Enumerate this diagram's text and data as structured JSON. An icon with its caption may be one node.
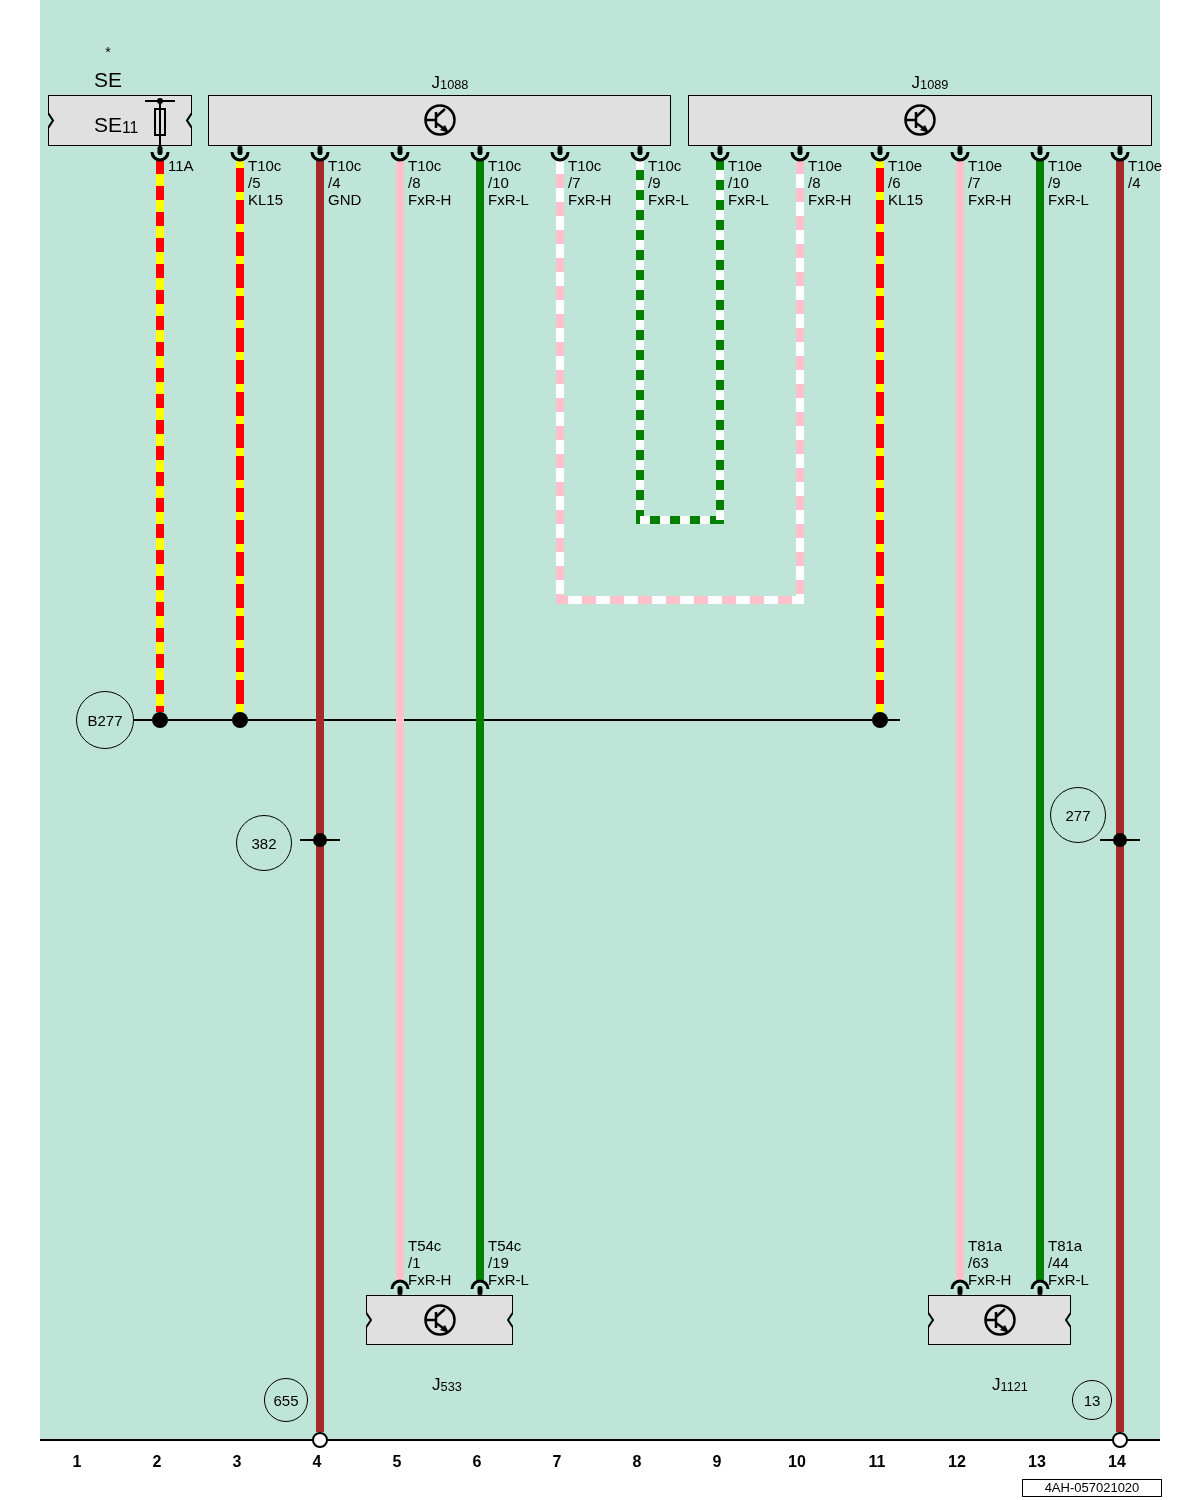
{
  "diagram": {
    "nodes": [
      {
        "text": [
          "SE",
          "SE$_{11}$"
        ],
        "beside": [
          "*"
        ]
      },
      {
        "text": [
          "J$_{1088}$"
        ]
      },
      {
        "text": [
          "J$_{1089}$"
        ]
      },
      {
        "text": [
          "J$_{533}$"
        ]
      },
      {
        "text": [
          "J$_{1121}$"
        ]
      },
      {
        "text": [
          "B277"
        ]
      },
      {
        "text": [],
        "shape": "circle"
      },
      {
        "text": [],
        "shape": "circle"
      },
      {
        "text": [],
        "shape": "circle"
      },
      {
        "text": [
          "382"
        ]
      },
      {
        "text": [
          "277"
        ]
      },
      {
        "text": [
          "655"
        ]
      },
      {
        "text": [
          "13"
        ]
      },
      {
        "text": [],
        "shape": "circle"
      },
      {
        "text": [],
        "shape": "circle"
      }
    ],
    "edges": [
      {
        "from": 0,
        "to": 6,
        "arrow": "none",
        "color": "#ffff00"
      },
      {
        "from": 1,
        "to": 7,
        "arrow": "none",
        "color": "#ff0000"
      },
      {
        "from": 1,
        "to": 13,
        "arrow": "none",
        "color": "#a52a2a"
      },
      {
        "from": 1,
        "to": 3,
        "arrow": "none",
        "color": "#ffc0cb"
      },
      {
        "from": 1,
        "to": 3,
        "arrow": "none",
        "color": "#008000"
      },
      {
        "from": 1,
        "to": 2,
        "arrow": "none",
        "color": "#ffc0cb"
      },
      {
        "from": 1,
        "to": 2,
        "arrow": "none",
        "color": "#008000"
      },
      {
        "from": 2,
        "to": 8,
        "arrow": "none",
        "color": "#ff0000"
      },
      {
        "from": 2,
        "to": 4,
        "arrow": "none",
        "color": "#ffc0cb"
      },
      {
        "from": 2,
        "to": 4,
        "arrow": "none",
        "color": "#008000"
      },
      {
        "from": 2,
        "to": 14,
        "arrow": "none",
        "color": "#a52a2a"
      },
      {
        "from": 5,
        "to": 6,
        "arrow": "none",
        "color": "#000000"
      },
      {
        "from": 6,
        "to": 7,
        "arrow": "none",
        "color": "#000000"
      },
      {
        "from": 7,
        "to": 8,
        "arrow": "none",
        "color": "#000000"
      }
    ],
    "labels": [
      "11A",
      "T10c /5 KL15",
      "T10c /4 GND",
      "T10c /8 FxR-H",
      "T10c /10 FxR-L",
      "T10c /7 FxR-H",
      "T10c /9 FxR-L",
      "T10e /10 FxR-L",
      "T10e /8 FxR-H",
      "T10e /6 KL15",
      "T10e /7 FxR-H",
      "T10e /9 FxR-L",
      "T10e /4",
      "T54c /1 FxR-H",
      "T54c /19 FxR-L",
      "T81a /63 FxR-H",
      "T81a /44 FxR-L",
      "1",
      "2",
      "3",
      "4",
      "5",
      "6",
      "7",
      "8",
      "9",
      "10",
      "11",
      "12",
      "13",
      "14",
      "4AH-057021020"
    ]
  }
}
